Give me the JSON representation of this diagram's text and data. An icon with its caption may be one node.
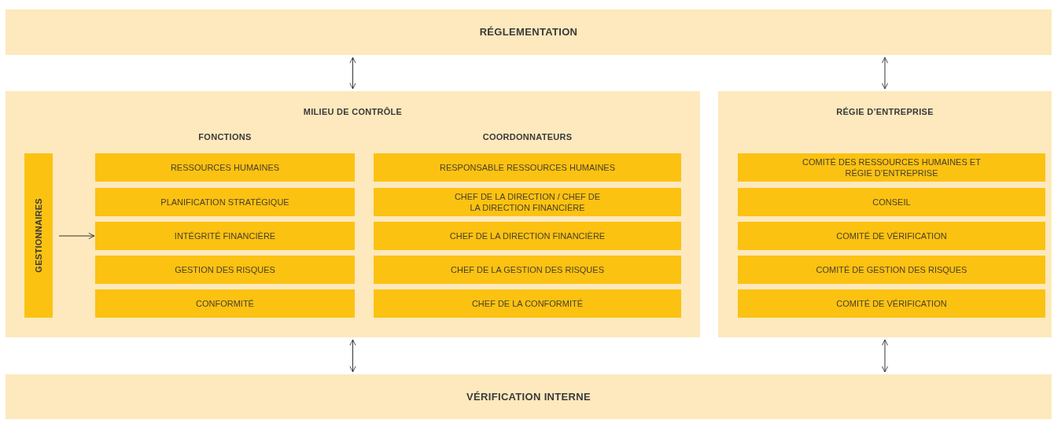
{
  "diagram": {
    "nodes": [
      {
        "text": [
          "RÉGLEMENTATION"
        ]
      },
      {
        "text": [
          "MILIEU DE CONTRÔLE",
          "FONCTIONS",
          "COORDONNATEURS"
        ]
      },
      {
        "text": [
          "GESTIONNAIRES"
        ],
        "in": 1
      },
      {
        "text": [
          "RESSOURCES HUMAINES"
        ],
        "in": 1
      },
      {
        "text": [
          "PLANIFICATION STRATÉGIQUE"
        ],
        "in": 1
      },
      {
        "text": [
          "INTÉGRITÉ FINANCIÈRE"
        ],
        "in": 1
      },
      {
        "text": [
          "GESTION DES RISQUES"
        ],
        "in": 1
      },
      {
        "text": [
          "CONFORMITÉ"
        ],
        "in": 1
      },
      {
        "text": [
          "RESPONSABLE RESSOURCES HUMAINES"
        ],
        "in": 1
      },
      {
        "text": [
          "CHEF DE LA DIRECTION / CHEF DE LA DIRECTION FINANCIÈRE"
        ],
        "in": 1
      },
      {
        "text": [
          "CHEF DE LA DIRECTION FINANCIÈRE"
        ],
        "in": 1
      },
      {
        "text": [
          "CHEF DE LA GESTION DES RISQUES"
        ],
        "in": 1
      },
      {
        "text": [
          "CHEF DE LA CONFORMITÉ"
        ],
        "in": 1
      },
      {
        "text": [
          "RÉGIE D’ENTREPRISE"
        ]
      },
      {
        "text": [
          "COMITÉ DES RESSOURCES HUMAINES ET RÉGIE D’ENTREPRISE"
        ],
        "in": 13
      },
      {
        "text": [
          "CONSEIL"
        ],
        "in": 13
      },
      {
        "text": [
          "COMITÉ DE VÉRIFICATION"
        ],
        "in": 13
      },
      {
        "text": [
          "COMITÉ DE GESTION DES RISQUES"
        ],
        "in": 13
      },
      {
        "text": [
          "COMITÉ DE VÉRIFICATION"
        ],
        "in": 13
      },
      {
        "text": [
          "VÉRIFICATION INTERNE"
        ]
      }
    ],
    "edges": [
      {
        "from": 0,
        "to": 1,
        "arrow": "both"
      },
      {
        "from": 0,
        "to": 13,
        "arrow": "both"
      },
      {
        "from": 2,
        "to": 5,
        "arrow": "to"
      },
      {
        "from": 1,
        "to": 19,
        "arrow": "both"
      },
      {
        "from": 13,
        "to": 19,
        "arrow": "both"
      }
    ]
  }
}
